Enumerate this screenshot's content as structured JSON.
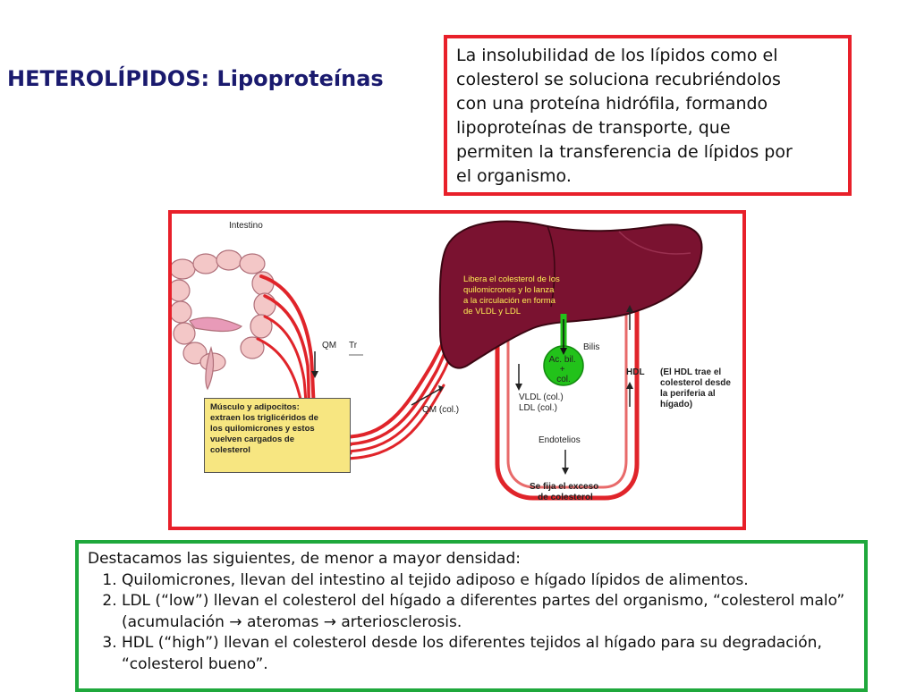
{
  "title": "HETEROLÍPIDOS: Lipoproteínas",
  "intro": "La insolubilidad de los lípidos como el\ncolesterol se soluciona recubriéndolos\ncon una proteína hidrófila, formando\nlipoproteínas de transporte, que\npermiten la transferencia de lípidos por\nel organismo.",
  "diagram": {
    "intestine_label": "Intestino",
    "qm_label": "QM",
    "tr_label": "Tr",
    "qm_col_label": "QM (col.)",
    "muscle_note": "Músculo y adipocitos:\nextraen los triglicéridos de\nlos quilomicrones y estos\nvuelven cargados de\ncolesterol",
    "liver_note": [
      "Libera el colesterol de los",
      "quilomicrones y lo lanza",
      "a la circulación en forma",
      "de VLDL y LDL"
    ],
    "bilis_label": "Bilis",
    "gallbladder_text": [
      "Ac. bil.",
      "+",
      "col."
    ],
    "vldl_label": "VLDL (col.)",
    "ldl_label": "LDL (col.)",
    "hdl_label": "HDL",
    "hdl_note": [
      "(El HDL trae el",
      "colesterol desde",
      "la periferia al",
      "hígado)"
    ],
    "endothelium_label": "Endotelios",
    "excess_note": [
      "Se fija el exceso",
      "de colesterol"
    ]
  },
  "summary": {
    "intro": "Destacamos las siguientes, de menor a mayor densidad:",
    "items": [
      "Quilomicrones, llevan del intestino al tejido adiposo e hígado lípidos de alimentos.",
      "LDL (“low”) llevan el colesterol del hígado a diferentes partes del organismo, “colesterol malo” (acumulación  → ateromas → arteriosclerosis.",
      "HDL (“high”) llevan el colesterol desde los diferentes tejidos al hígado para su degradación, “colesterol bueno”."
    ]
  },
  "colors": {
    "frame_red": "#e8202a",
    "summary_green": "#1fa83c",
    "vessel_red": "#e0242a",
    "liver": "#7a1230",
    "gallbladder": "#22c21a",
    "note_yellow": "#f7e681"
  }
}
